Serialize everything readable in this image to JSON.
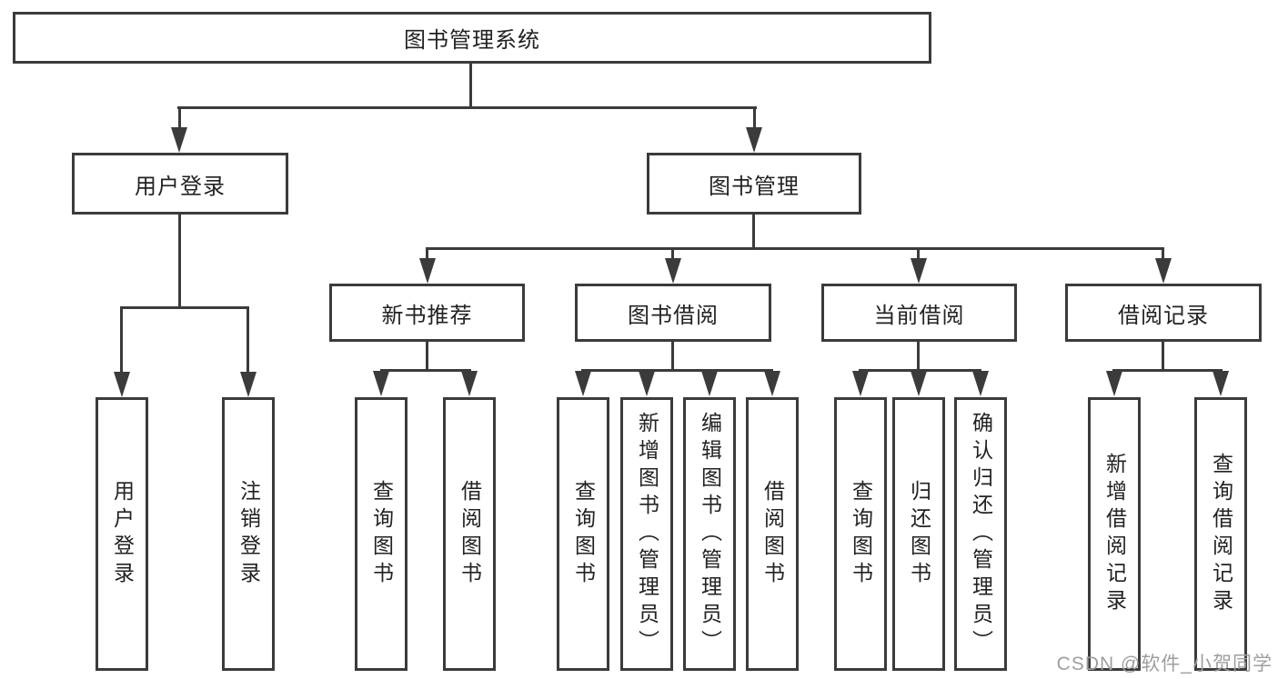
{
  "diagram": {
    "root": {
      "label": "图书管理系统"
    },
    "level2": [
      {
        "label": "用户登录"
      },
      {
        "label": "图书管理"
      }
    ],
    "level3": [
      {
        "label": "新书推荐",
        "parent": "图书管理"
      },
      {
        "label": "图书借阅",
        "parent": "图书管理"
      },
      {
        "label": "当前借阅",
        "parent": "图书管理"
      },
      {
        "label": "借阅记录",
        "parent": "图书管理"
      }
    ],
    "leaves": [
      {
        "label": "用户登录",
        "parent": "用户登录"
      },
      {
        "label": "注销登录",
        "parent": "用户登录"
      },
      {
        "label": "查询图书",
        "parent": "新书推荐"
      },
      {
        "label": "借阅图书",
        "parent": "新书推荐"
      },
      {
        "label": "查询图书",
        "parent": "图书借阅"
      },
      {
        "label": "新增图书（管理员）",
        "parent": "图书借阅"
      },
      {
        "label": "编辑图书（管理员）",
        "parent": "图书借阅"
      },
      {
        "label": "借阅图书",
        "parent": "图书借阅"
      },
      {
        "label": "查询图书",
        "parent": "当前借阅"
      },
      {
        "label": "归还图书",
        "parent": "当前借阅"
      },
      {
        "label": "确认归还（管理员）",
        "parent": "当前借阅"
      },
      {
        "label": "新增借阅记录",
        "parent": "借阅记录"
      },
      {
        "label": "查询借阅记录",
        "parent": "借阅记录"
      }
    ]
  },
  "watermark": {
    "text": "CSDN @软件_小贺同学",
    "color": "#9e9e9e"
  },
  "colors": {
    "line": "#3b3b3b",
    "text": "#222222",
    "background": "#ffffff"
  }
}
